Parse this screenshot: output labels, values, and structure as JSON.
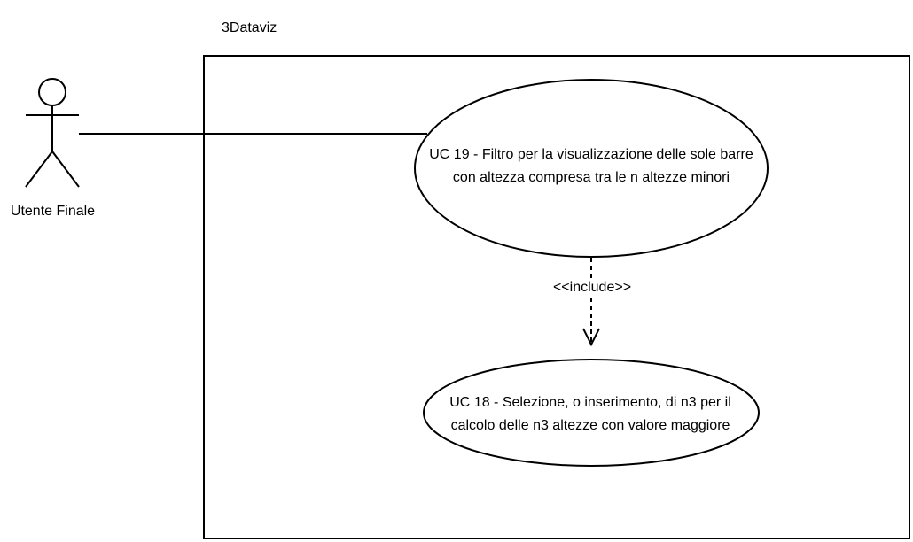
{
  "system": {
    "title": "3Dataviz"
  },
  "actor": {
    "label": "Utente Finale"
  },
  "use_cases": [
    {
      "text": "UC 19 - Filtro per la visualizzazione delle sole barre con altezza compresa tra le n altezze minori"
    },
    {
      "text": "UC 18 - Selezione, o inserimento, di n3 per il calcolo delle n3 altezze con valore maggiore"
    }
  ],
  "relation": {
    "label": "<<include>>"
  },
  "colors": {
    "stroke": "#000000",
    "fill": "#ffffff"
  }
}
